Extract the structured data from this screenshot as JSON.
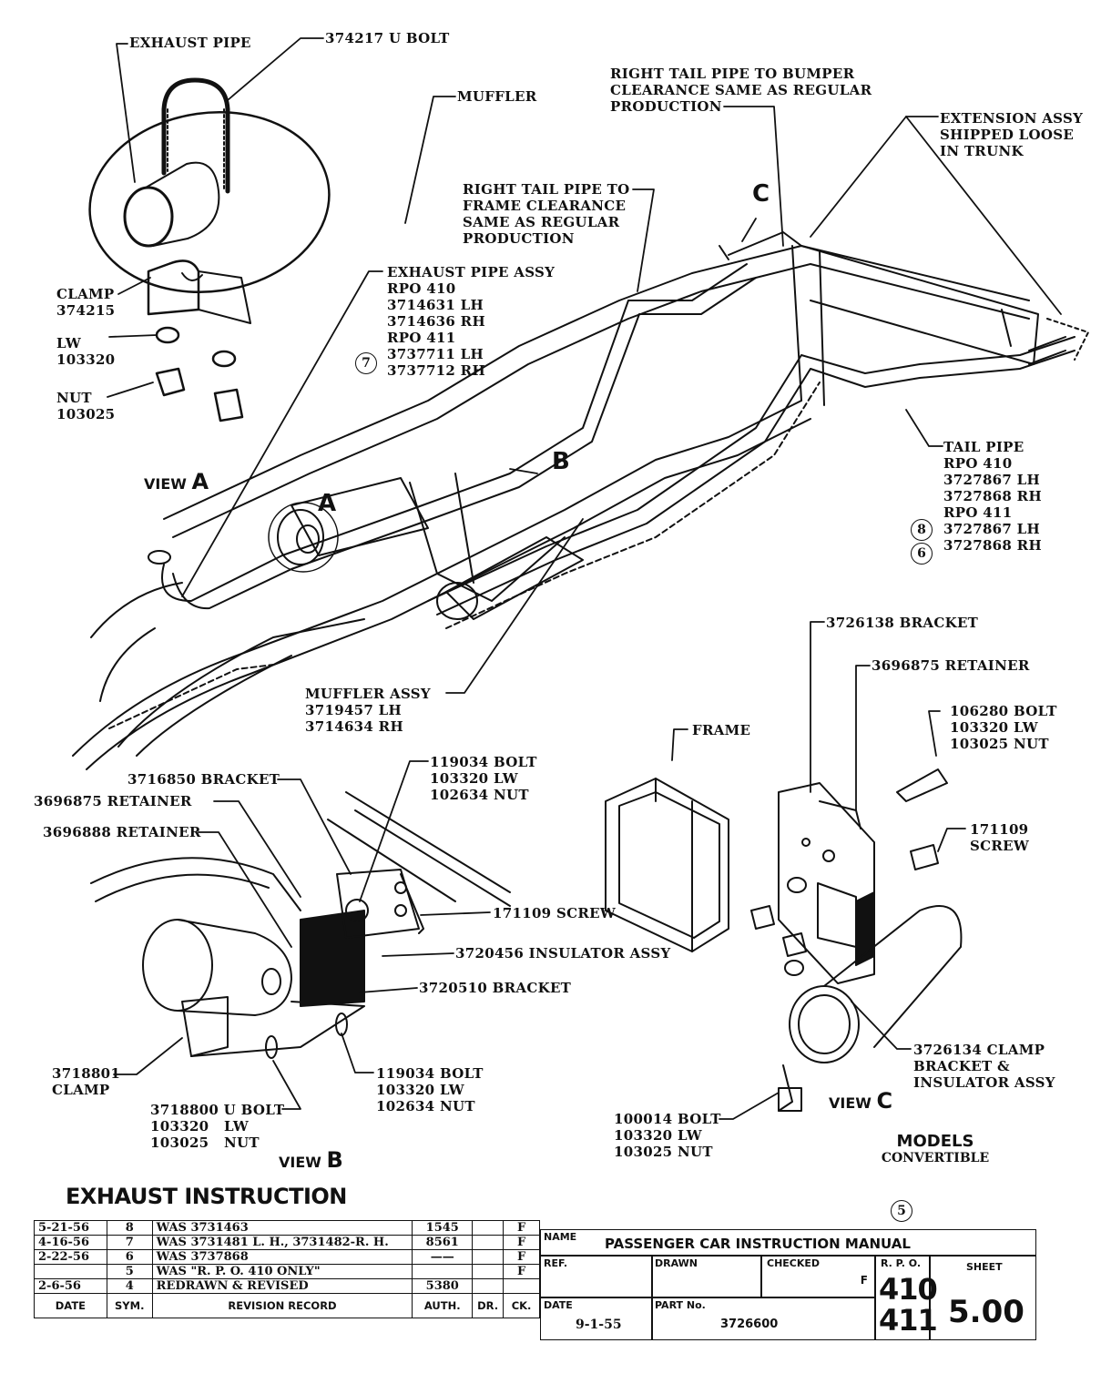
{
  "view_a": {
    "exhaust_pipe": "EXHAUST PIPE",
    "u_bolt": "374217 U BOLT",
    "muffler": "MUFFLER",
    "clamp": "CLAMP\n374215",
    "lw": "LW\n103320",
    "nut": "NUT\n103025",
    "caption_word": "VIEW",
    "caption_letter": "A"
  },
  "main": {
    "exhaust_pipe_assy": "EXHAUST PIPE ASSY\nRPO 410\n3714631 LH\n3714636 RH\nRPO 411\n3737711 LH\n3737712 RH",
    "exhaust_pipe_assy_sym": "7",
    "right_tail_bumper": "RIGHT TAIL PIPE TO BUMPER\nCLEARANCE SAME AS REGULAR\nPRODUCTION",
    "extension_assy": "EXTENSION ASSY\nSHIPPED LOOSE\nIN TRUNK",
    "right_tail_frame": "RIGHT TAIL PIPE TO\nFRAME CLEARANCE\nSAME AS REGULAR\nPRODUCTION",
    "tail_pipe": "TAIL PIPE\nRPO 410\n3727867 LH\n3727868 RH\nRPO 411\n3727867 LH\n3727868 RH",
    "tail_pipe_sym_lh": "8",
    "tail_pipe_sym_rh": "6",
    "muffler_assy": "MUFFLER ASSY\n3719457 LH\n3714634 RH",
    "marker_a": "A",
    "marker_b": "B",
    "marker_c": "C"
  },
  "view_b": {
    "bracket_3716850": "3716850 BRACKET",
    "retainer_3696875": "3696875 RETAINER",
    "retainer_3696888": "3696888 RETAINER",
    "bolt_119034_top": "119034 BOLT\n103320 LW\n102634 NUT",
    "screw_171109": "171109 SCREW",
    "insulator_assy": "3720456 INSULATOR ASSY",
    "bracket_3720510": "3720510 BRACKET",
    "clamp_3718801": "3718801\nCLAMP",
    "bolt_119034_bottom": "119034 BOLT\n103320 LW\n102634 NUT",
    "u_bolt_3718800": "3718800 U BOLT\n103320   LW\n103025   NUT",
    "caption_word": "VIEW",
    "caption_letter": "B"
  },
  "view_c": {
    "frame": "FRAME",
    "bracket_3726138": "3726138 BRACKET",
    "retainer_3696875": "3696875 RETAINER",
    "bolt_106280": "106280 BOLT\n103320 LW\n103025 NUT",
    "screw_171109": "171109\nSCREW",
    "clamp_bracket": "3726134 CLAMP\nBRACKET &\nINSULATOR ASSY",
    "bolt_100014": "100014 BOLT\n103320 LW\n103025 NUT",
    "caption_word": "VIEW",
    "caption_letter": "C"
  },
  "models": {
    "title": "MODELS",
    "value": "CONVERTIBLE"
  },
  "heading": "EXHAUST INSTRUCTION",
  "page_sym": "5",
  "revisions": [
    {
      "date": "5-21-56",
      "sym": "8",
      "record": "WAS 3731463",
      "auth": "1545",
      "dr": "",
      "ck": "F"
    },
    {
      "date": "4-16-56",
      "sym": "7",
      "record": "WAS 3731481 L. H., 3731482-R. H.",
      "auth": "8561",
      "dr": "",
      "ck": "F"
    },
    {
      "date": "2-22-56",
      "sym": "6",
      "record": "WAS 3737868",
      "auth": "——",
      "dr": "",
      "ck": "F"
    },
    {
      "date": "",
      "sym": "5",
      "record": "WAS \"R. P. O. 410 ONLY\"",
      "auth": "",
      "dr": "",
      "ck": "F"
    },
    {
      "date": "2-6-56",
      "sym": "4",
      "record": "REDRAWN & REVISED",
      "auth": "5380",
      "dr": "",
      "ck": ""
    }
  ],
  "revision_header": {
    "date": "DATE",
    "sym": "SYM.",
    "record": "REVISION RECORD",
    "auth": "AUTH.",
    "dr": "DR.",
    "ck": "CK."
  },
  "title_block": {
    "name_label": "NAME",
    "name_value": "PASSENGER CAR INSTRUCTION MANUAL",
    "ref_label": "REF.",
    "drawn_label": "DRAWN",
    "checked_label": "CHECKED",
    "checked_value": "F",
    "rpo_label": "R. P. O.",
    "rpo_value_1": "410",
    "rpo_value_2": "411",
    "sheet_label": "SHEET",
    "sheet_value": "5.00",
    "date_label": "DATE",
    "date_value": "9-1-55",
    "part_label": "PART No.",
    "part_value": "3726600"
  }
}
